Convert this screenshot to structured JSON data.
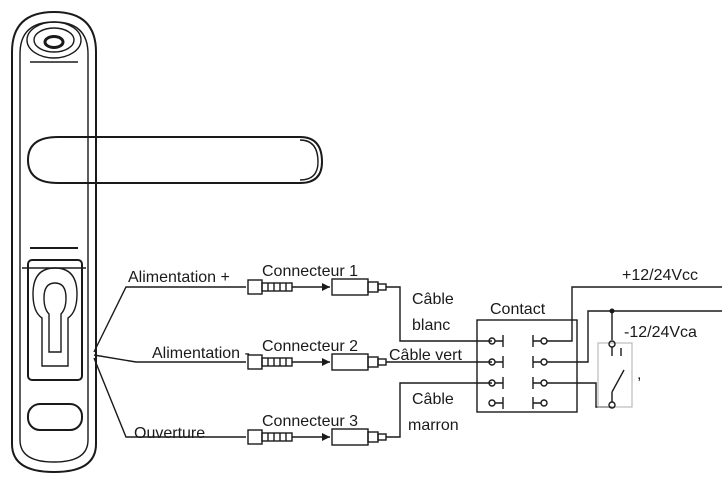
{
  "labels": {
    "alimentation_plus": "Alimentation +",
    "alimentation_minus": "Alimentation -",
    "ouverture": "Ouverture",
    "connecteur_1": "Connecteur 1",
    "connecteur_2": "Connecteur 2",
    "connecteur_3": "Connecteur 3",
    "cable_blanc_line1": "Câble",
    "cable_blanc_line2": "blanc",
    "cable_vert": "Câble vert",
    "cable_marron_line1": "Câble",
    "cable_marron_line2": "marron",
    "contact": "Contact",
    "v_plus": "+12/24Vcc",
    "v_minus": "-12/24Vca",
    "comma": ","
  },
  "colors": {
    "line": "#1a1a1a",
    "switch_box": "#bbbbbb",
    "background": "#ffffff"
  }
}
